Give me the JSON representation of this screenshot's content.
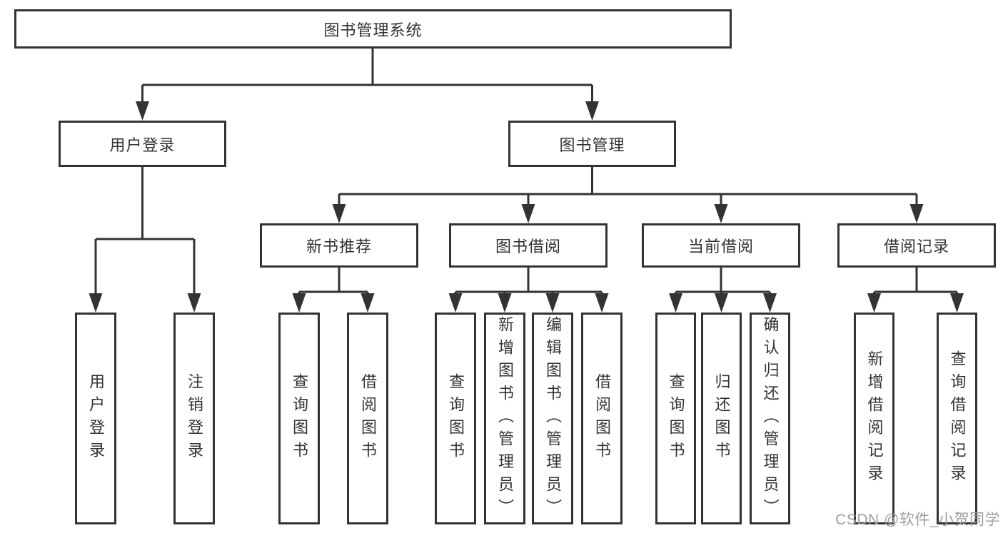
{
  "tree": {
    "root": {
      "label": "图书管理系统",
      "children": [
        {
          "label": "用户登录",
          "children": [
            {
              "label": "用户登录"
            },
            {
              "label": "注销登录"
            }
          ]
        },
        {
          "label": "图书管理",
          "children": [
            {
              "label": "新书推荐",
              "children": [
                {
                  "label": "查询图书"
                },
                {
                  "label": "借阅图书"
                }
              ]
            },
            {
              "label": "图书借阅",
              "children": [
                {
                  "label": "查询图书"
                },
                {
                  "label": "新增图书（管理员）"
                },
                {
                  "label": "编辑图书（管理员）"
                },
                {
                  "label": "借阅图书"
                }
              ]
            },
            {
              "label": "当前借阅",
              "children": [
                {
                  "label": "查询图书"
                },
                {
                  "label": "归还图书"
                },
                {
                  "label": "确认归还（管理员）"
                }
              ]
            },
            {
              "label": "借阅记录",
              "children": [
                {
                  "label": "新增借阅记录"
                },
                {
                  "label": "查询借阅记录"
                }
              ]
            }
          ]
        }
      ]
    }
  },
  "watermark": {
    "text": "CSDN @软件_小贺同学",
    "color": "#9e9e9e"
  },
  "colors": {
    "line": "#333333",
    "box_border": "#333333",
    "box_fill": "#ffffff",
    "text": "#333333",
    "background": "#ffffff"
  }
}
